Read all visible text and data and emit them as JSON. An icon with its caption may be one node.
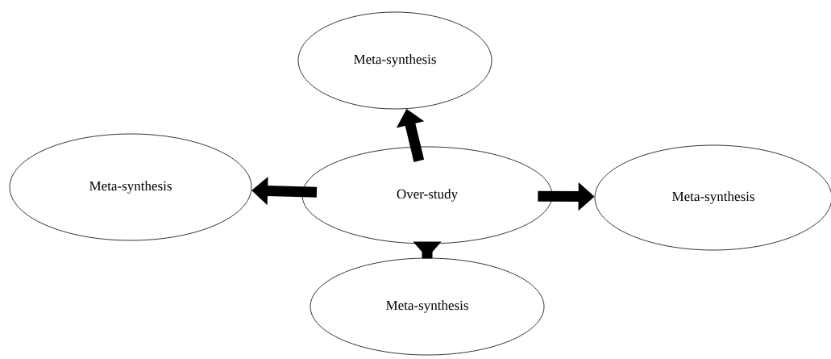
{
  "diagram": {
    "nodes": [
      {
        "text": [
          "Meta-synthesis"
        ]
      },
      {
        "text": [
          "Meta-synthesis"
        ]
      },
      {
        "text": [
          "Over-study"
        ]
      },
      {
        "text": [
          "Meta-synthesis"
        ]
      },
      {
        "text": [
          "Meta-synthesis"
        ]
      }
    ],
    "edges": [
      {
        "from": 2,
        "to": 0,
        "arrow": "to"
      },
      {
        "from": 2,
        "to": 1,
        "arrow": "to"
      },
      {
        "from": 2,
        "to": 3,
        "arrow": "to"
      },
      {
        "from": 2,
        "to": 4,
        "arrow": "to"
      }
    ]
  }
}
